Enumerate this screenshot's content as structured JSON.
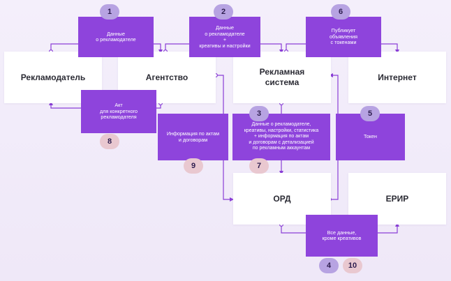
{
  "entities": {
    "advertiser": "Рекламодатель",
    "agency": "Агентство",
    "ad_system": "Рекламная\nсистема",
    "internet": "Интернет",
    "ord": "ОРД",
    "erir": "ЕРИР"
  },
  "flows": {
    "f1": "Данные\nо рекламодателе",
    "f2": "Данные\nо рекламодателе\n+\nкреативы и настройки",
    "f6": "Публикует\nобъявления\nс токенами",
    "f8": "Акт\nдля конкретного\nрекламодателя",
    "f3": "Данные о рекламодателе,\nкреативы, настройки, статистика\n+ информация по актам\nи договорам с детализацией\nпо рекламным аккаунтам",
    "f9": "Информация по актам\nи договорам",
    "f5": "Токен",
    "f4": "Все данные,\nкроме креативов"
  },
  "badges": {
    "b1": "1",
    "b2": "2",
    "b6": "6",
    "b8": "8",
    "b3": "3",
    "b7": "7",
    "b9": "9",
    "b5": "5",
    "b4": "4",
    "b10": "10"
  },
  "colors": {
    "flow_box": "#8e44dc",
    "badge_purple": "#b7a3e2",
    "badge_pink": "#e9c8d0",
    "connector": "#8a3ed6"
  }
}
